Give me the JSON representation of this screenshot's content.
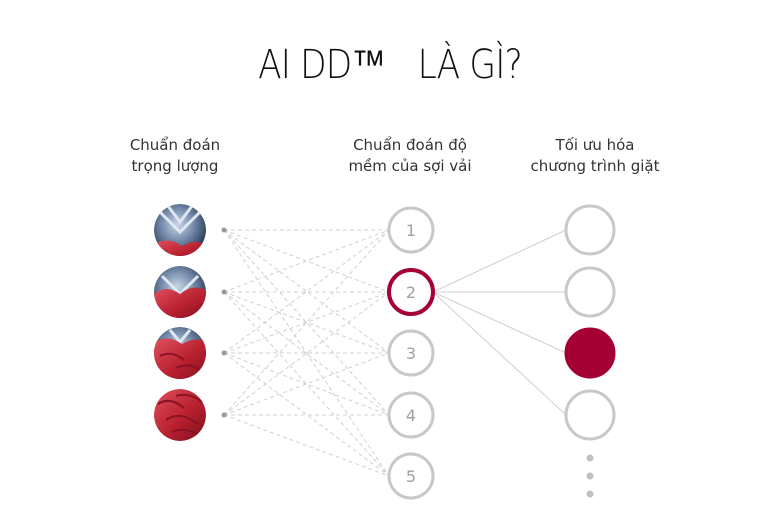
{
  "title": {
    "part1": "AI DD™",
    "part2": "LÀ GÌ?"
  },
  "columns": {
    "weight": {
      "line1": "Chuẩn đoán",
      "line2": "trọng lượng"
    },
    "softness": {
      "line1": "Chuẩn đoán  độ",
      "line2": "mềm của sợi vải"
    },
    "program": {
      "line1": "Tối ưu hóa",
      "line2": "chương trình giặt"
    }
  },
  "middle_nodes": [
    {
      "label": "1",
      "highlighted": false
    },
    {
      "label": "2",
      "highlighted": true
    },
    {
      "label": "3",
      "highlighted": false
    },
    {
      "label": "4",
      "highlighted": false
    },
    {
      "label": "5",
      "highlighted": false
    }
  ],
  "right_nodes": [
    {
      "filled": false
    },
    {
      "filled": false
    },
    {
      "filled": true
    },
    {
      "filled": false
    }
  ],
  "colors": {
    "accent": "#a50034",
    "node_ring": "#c8c8c8",
    "node_text": "#a0a0a0",
    "link": "#d0d0d0",
    "fabric_red": "#c0283a",
    "drum_blue": "#4a6080"
  }
}
